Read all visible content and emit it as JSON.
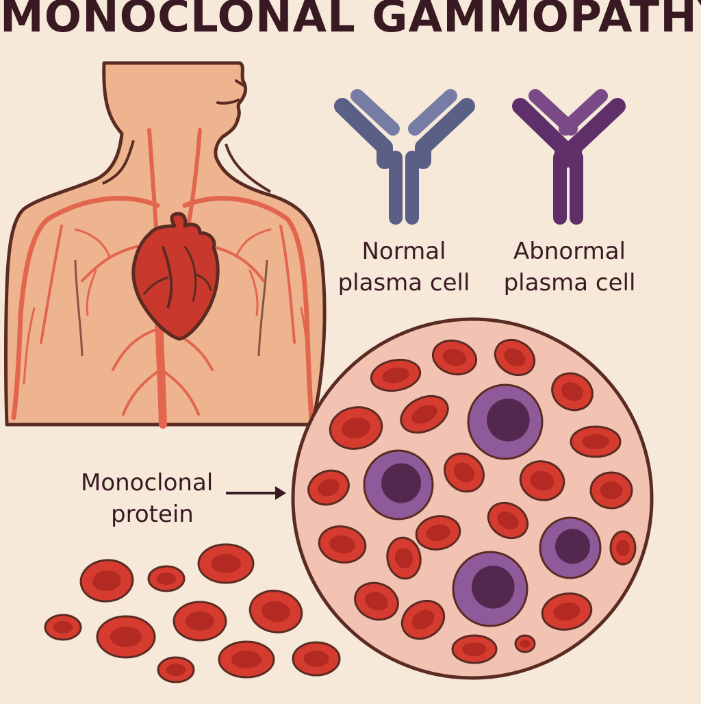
{
  "title": "MONOCLONAL GAMMOPATHY",
  "antibodies": [
    {
      "line1": "Normal",
      "line2": "plasma cell",
      "color": "#5a5f86",
      "highlight": "#777ca4"
    },
    {
      "line1": "Abnormal",
      "line2": "plasma cell",
      "color": "#5e2f68",
      "highlight": "#7a4a86"
    }
  ],
  "callout": {
    "line1": "Monoclonal",
    "line2": "protein",
    "arrow_icon": "arrow-right-icon"
  },
  "colors": {
    "background": "#f6e9d9",
    "skin": "#eeb48f",
    "outline": "#5a2b22",
    "vessel": "#e2664e",
    "heart": "#c8382d",
    "red_cell": "#d63b2f",
    "red_cell_center": "#b32a22",
    "plasma_cell": "#8e5a99",
    "plasma_nucleus": "#53284f",
    "circle_fill": "#f2c3b2",
    "text": "#3a1a22"
  }
}
